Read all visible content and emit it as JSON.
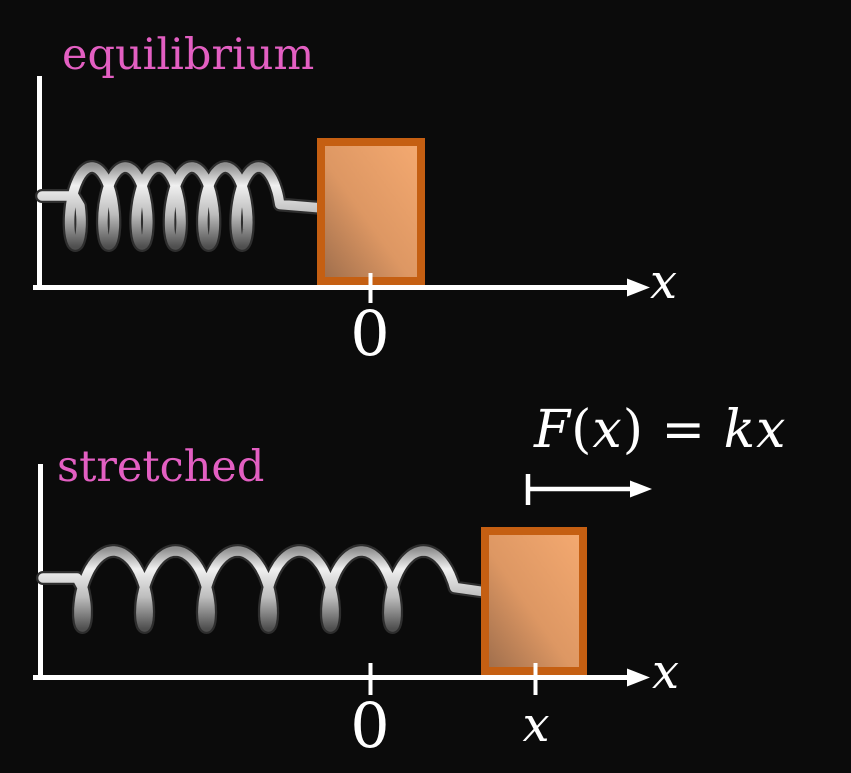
{
  "scene": {
    "background_color": "#0b0b0b",
    "label_pink": "#e35fc2",
    "axis_white": "#ffffff",
    "block_border_color": "#c55f12",
    "block_fill_light": "#f5aa71",
    "block_fill_dark": "#9c6c4b",
    "spring_gray_light": "#f0f0f0",
    "spring_gray_dark": "#4e4e4e"
  },
  "equilibrium_panel": {
    "title": "equilibrium",
    "axis_label": "x",
    "origin_tick_label": "0"
  },
  "stretched_panel": {
    "title": "stretched",
    "axis_label": "x",
    "origin_tick_label": "0",
    "displacement_tick_label": "x",
    "force_label": {
      "function_name": "F",
      "lparen": "(",
      "argument": "x",
      "rparen_equals": ") = ",
      "rhs": "kx"
    }
  }
}
